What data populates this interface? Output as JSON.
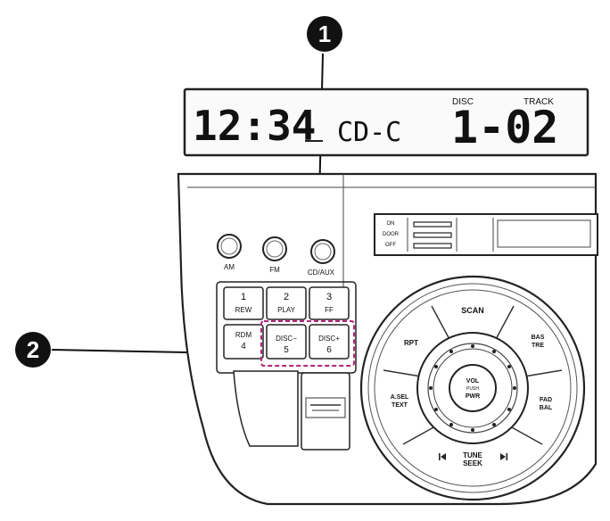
{
  "callouts": [
    {
      "number": "1"
    },
    {
      "number": "2"
    }
  ],
  "display": {
    "clock": "12:34",
    "mode": "CD-C",
    "disc_label": "DISC",
    "track_label": "TRACK",
    "disc_track": "1-02"
  },
  "buttons": {
    "am": "AM",
    "fm": "FM",
    "cd_aux": "CD/AUX"
  },
  "slot_switch": {
    "on": "ON",
    "door": "DOOR",
    "off": "OFF"
  },
  "presets": [
    {
      "number": "1",
      "label": "REW"
    },
    {
      "number": "2",
      "label": "PLAY"
    },
    {
      "number": "3",
      "label": "FF"
    },
    {
      "number": "4",
      "label": "RDM"
    },
    {
      "number": "5",
      "label": "DISC−"
    },
    {
      "number": "6",
      "label": "DISC+"
    }
  ],
  "dial": {
    "scan": "SCAN",
    "rpt": "RPT",
    "bas_tre_1": "BAS",
    "bas_tre_2": "TRE",
    "a_sel_1": "A.SEL",
    "a_sel_2": "TEXT",
    "fad_bal_1": "FAD",
    "fad_bal_2": "BAL",
    "tune_1": "TUNE",
    "tune_2": "SEEK",
    "prev_icon": "previous-track-icon",
    "next_icon": "next-track-icon",
    "vol": "VOL",
    "push": "PUSH",
    "pwr": "PWR"
  },
  "highlight_color": "#b0287a"
}
